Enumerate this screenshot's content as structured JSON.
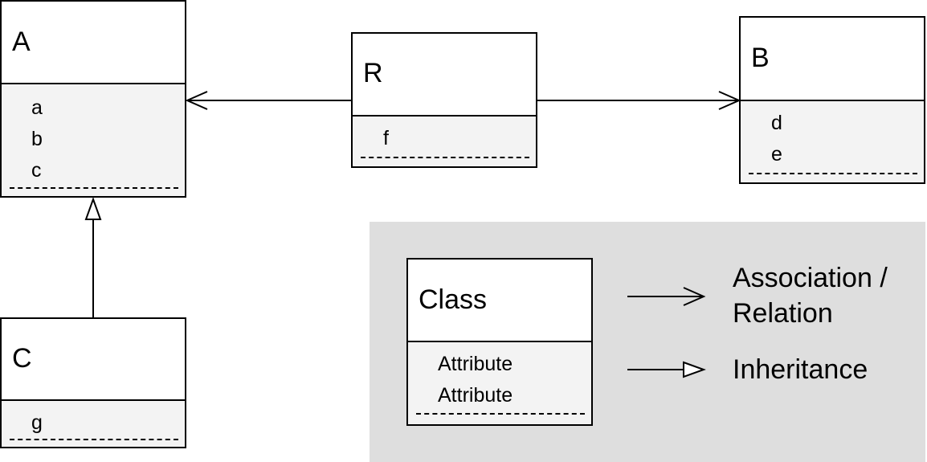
{
  "classes": {
    "a": {
      "name": "A",
      "attributes": [
        "a",
        "b",
        "c"
      ]
    },
    "r": {
      "name": "R",
      "attributes": [
        "f"
      ]
    },
    "b": {
      "name": "B",
      "attributes": [
        "d",
        "e"
      ]
    },
    "c": {
      "name": "C",
      "attributes": [
        "g"
      ]
    }
  },
  "legend": {
    "class_name": "Class",
    "attributes": [
      "Attribute",
      "Attribute"
    ],
    "association_label_line1": "Association /",
    "association_label_line2": "Relation",
    "inheritance_label": "Inheritance"
  },
  "colors": {
    "line": "#000000",
    "attribute_background": "#f3f3f3",
    "legend_background": "#dedede"
  }
}
